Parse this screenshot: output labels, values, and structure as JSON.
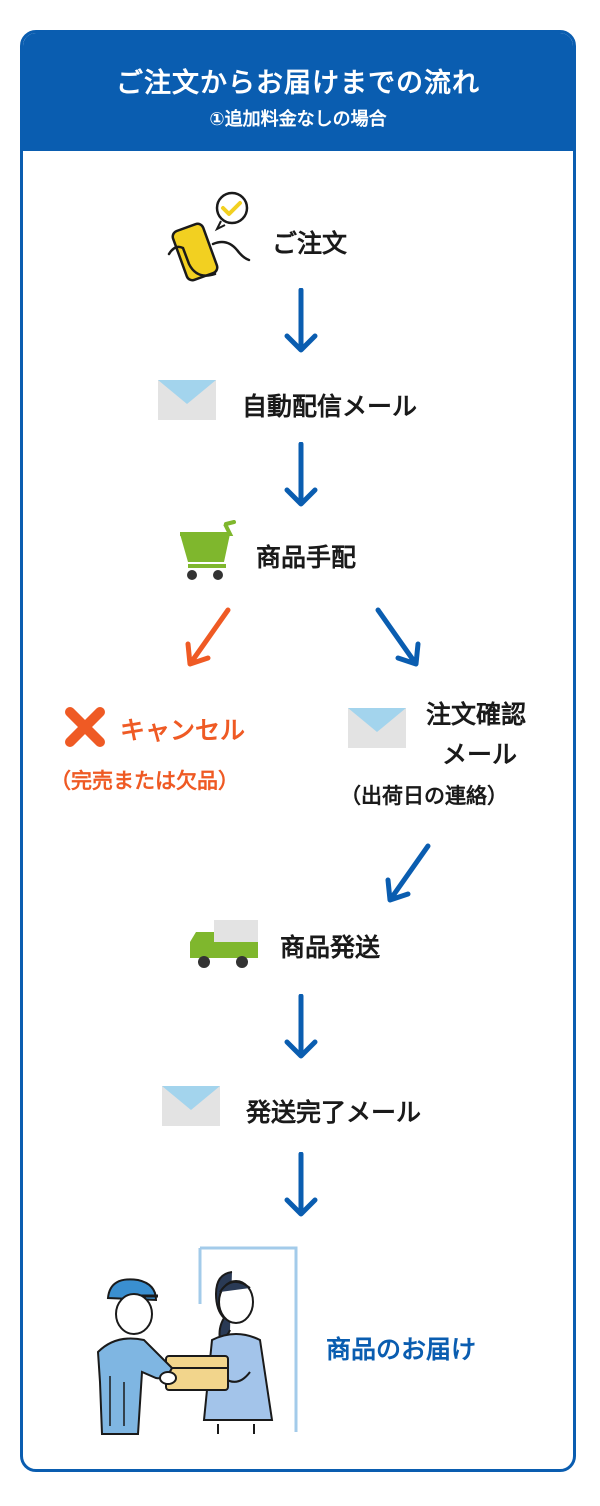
{
  "header": {
    "title": "ご注文からお届けまでの流れ",
    "subtitle": "①追加料金なしの場合"
  },
  "steps": {
    "order": "ご注文",
    "auto_mail": "自動配信メール",
    "arrange": "商品手配",
    "cancel": "キャンセル",
    "cancel_note": "（完売または欠品）",
    "confirm_line1": "注文確認",
    "confirm_line2": "メール",
    "confirm_note": "（出荷日の連絡）",
    "ship": "商品発送",
    "ship_done_mail": "発送完了メール",
    "delivery": "商品のお届け"
  },
  "icons": {
    "order": "smartphone-check-icon",
    "mail": "envelope-icon",
    "cart": "shopping-cart-icon",
    "cancel": "cross-icon",
    "truck": "truck-icon",
    "delivery": "delivery-illustration"
  },
  "colors": {
    "primary": "#0a5db0",
    "accent": "#ef5a24",
    "cart": "#7fb72d",
    "phone": "#f2d021",
    "envelope_body": "#e3e3e3",
    "envelope_flap": "#a3d4ed"
  }
}
